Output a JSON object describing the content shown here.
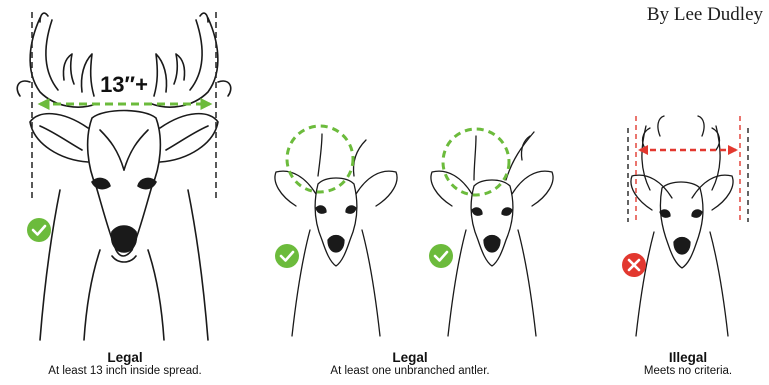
{
  "byline": "By Lee Dudley",
  "colors": {
    "legal_green": "#6cbb3c",
    "illegal_red": "#e2382f",
    "guide_dash": "#222222",
    "red_guide": "#e23a30"
  },
  "panels": [
    {
      "title": "Legal",
      "subtitle": "At least 13 inch inside spread.",
      "measurement": "13″+",
      "status": "legal",
      "status_icon": "check-icon"
    },
    {
      "title": "Legal",
      "subtitle": "At least one unbranched antler.",
      "status": "legal",
      "status_icon": "check-icon"
    },
    {
      "title": "Illegal",
      "subtitle": "Meets no criteria.",
      "status": "illegal",
      "status_icon": "x-icon"
    }
  ]
}
